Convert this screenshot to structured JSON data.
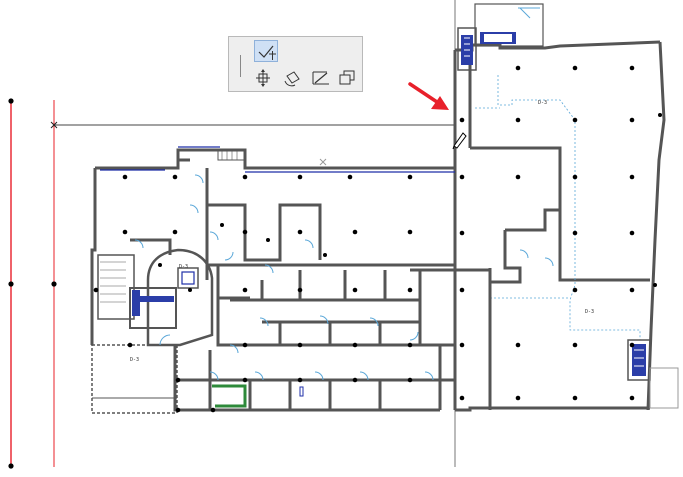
{
  "app": {
    "view": "floor-plan",
    "state": "editing-selected-wall"
  },
  "colors": {
    "wall": "#555555",
    "wall_selected": "#1f2fa8",
    "column": "#000000",
    "zone_boundary": "#5aa7d8",
    "grid_line": "#e8202a",
    "reference_line": "#444444",
    "stair_fill": "#2b3ea8",
    "green_wall": "#2d8a3a",
    "pointer_arrow": "#e8202a",
    "palette_bg": "#eeeeee",
    "palette_active": "#cfe0f5"
  },
  "pet_palette": {
    "buttons": [
      {
        "id": "move-node",
        "icon": "move-node-icon",
        "active": true
      },
      {
        "id": "drag",
        "icon": "drag-icon",
        "active": false
      },
      {
        "id": "rotate",
        "icon": "rotate-icon",
        "active": false
      },
      {
        "id": "offset",
        "icon": "offset-icon",
        "active": false
      },
      {
        "id": "multiply",
        "icon": "multiply-icon",
        "active": false
      }
    ]
  },
  "plan_tags": {
    "stair_core": "D-3",
    "lower_left_room": "D-3",
    "right_zone_top": "D-3",
    "right_zone_mid": "D-3"
  }
}
